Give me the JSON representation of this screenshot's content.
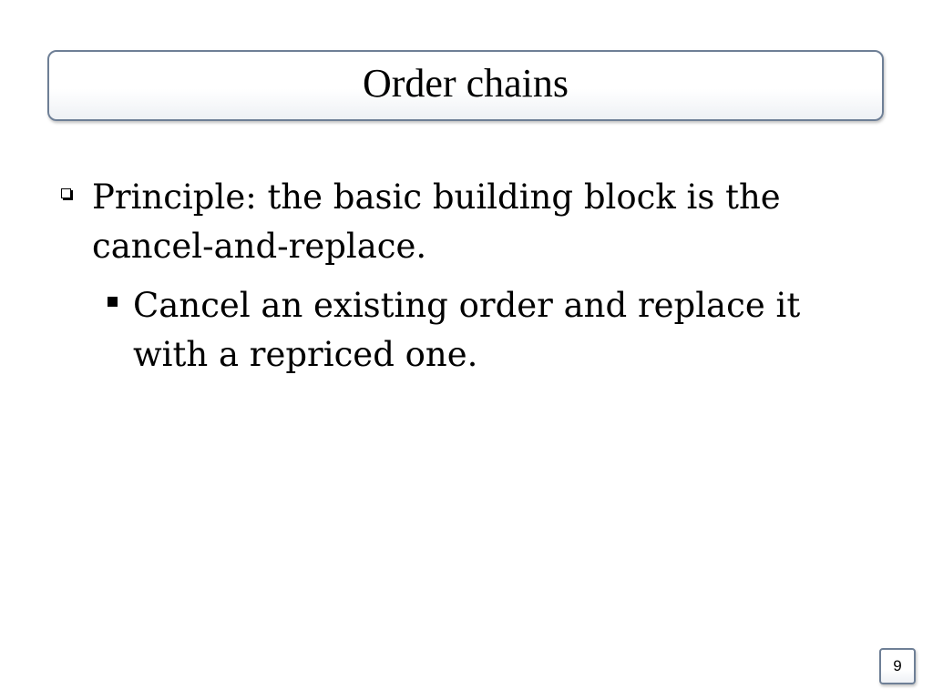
{
  "slide": {
    "title": "Order chains",
    "bullets": [
      {
        "text": "Principle: the basic building block is the cancel-and-replace.",
        "sub_bullets": [
          {
            "text": "Cancel an existing order and replace it with a repriced one."
          }
        ]
      }
    ],
    "page_number": "9"
  },
  "icons": {
    "level1_bullet": "hollow-square-bullet-icon",
    "level2_bullet": "filled-square-bullet-icon"
  },
  "colors": {
    "title_border": "#6e7f96",
    "text": "#000000",
    "background": "#ffffff"
  }
}
